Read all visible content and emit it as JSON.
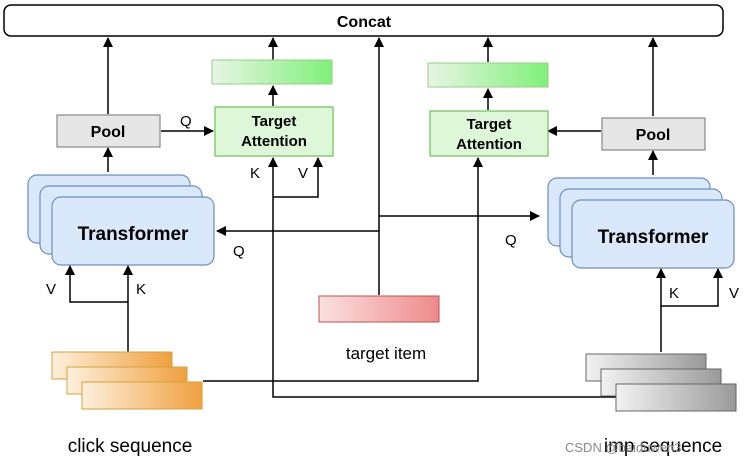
{
  "diagram": {
    "concat_label": "Concat",
    "pool_left_label": "Pool",
    "pool_right_label": "Pool",
    "attention_left": {
      "line1": "Target",
      "line2": "Attention"
    },
    "attention_right": {
      "line1": "Target",
      "line2": "Attention"
    },
    "transformer_left_label": "Transformer",
    "transformer_right_label": "Transformer",
    "target_item_label": "target item",
    "click_sequence_label": "click sequence",
    "imp_sequence_label": "imp sequence",
    "edge_labels": {
      "q_pool_to_attention": "Q",
      "k_left_attention": "K",
      "v_left_attention": "V",
      "q_left_transformer": "Q",
      "q_right_transformer": "Q",
      "v_left_transformer": "V",
      "k_left_transformer": "K",
      "k_right_transformer": "K",
      "v_right_transformer": "V"
    },
    "watermark": "CSDN @baiduwen3"
  },
  "colors": {
    "box_stroke": "#000000",
    "pool_fill": "#e6e6e6",
    "attention_fill": "#dff7d9",
    "attention_stroke": "#6fbf5a",
    "transformer_fill": "#dae8fc",
    "transformer_stroke": "#6c8ebf",
    "target_item_fill": "#f6b8b8",
    "target_item_stroke": "#b85450",
    "click_seq_fill": "#f5b267",
    "click_seq_stroke": "#d6a040",
    "imp_seq_fill": "#b3b3b3",
    "imp_seq_stroke": "#666666",
    "output_fill": "#7ff07a",
    "output_stroke": "#82b366"
  }
}
